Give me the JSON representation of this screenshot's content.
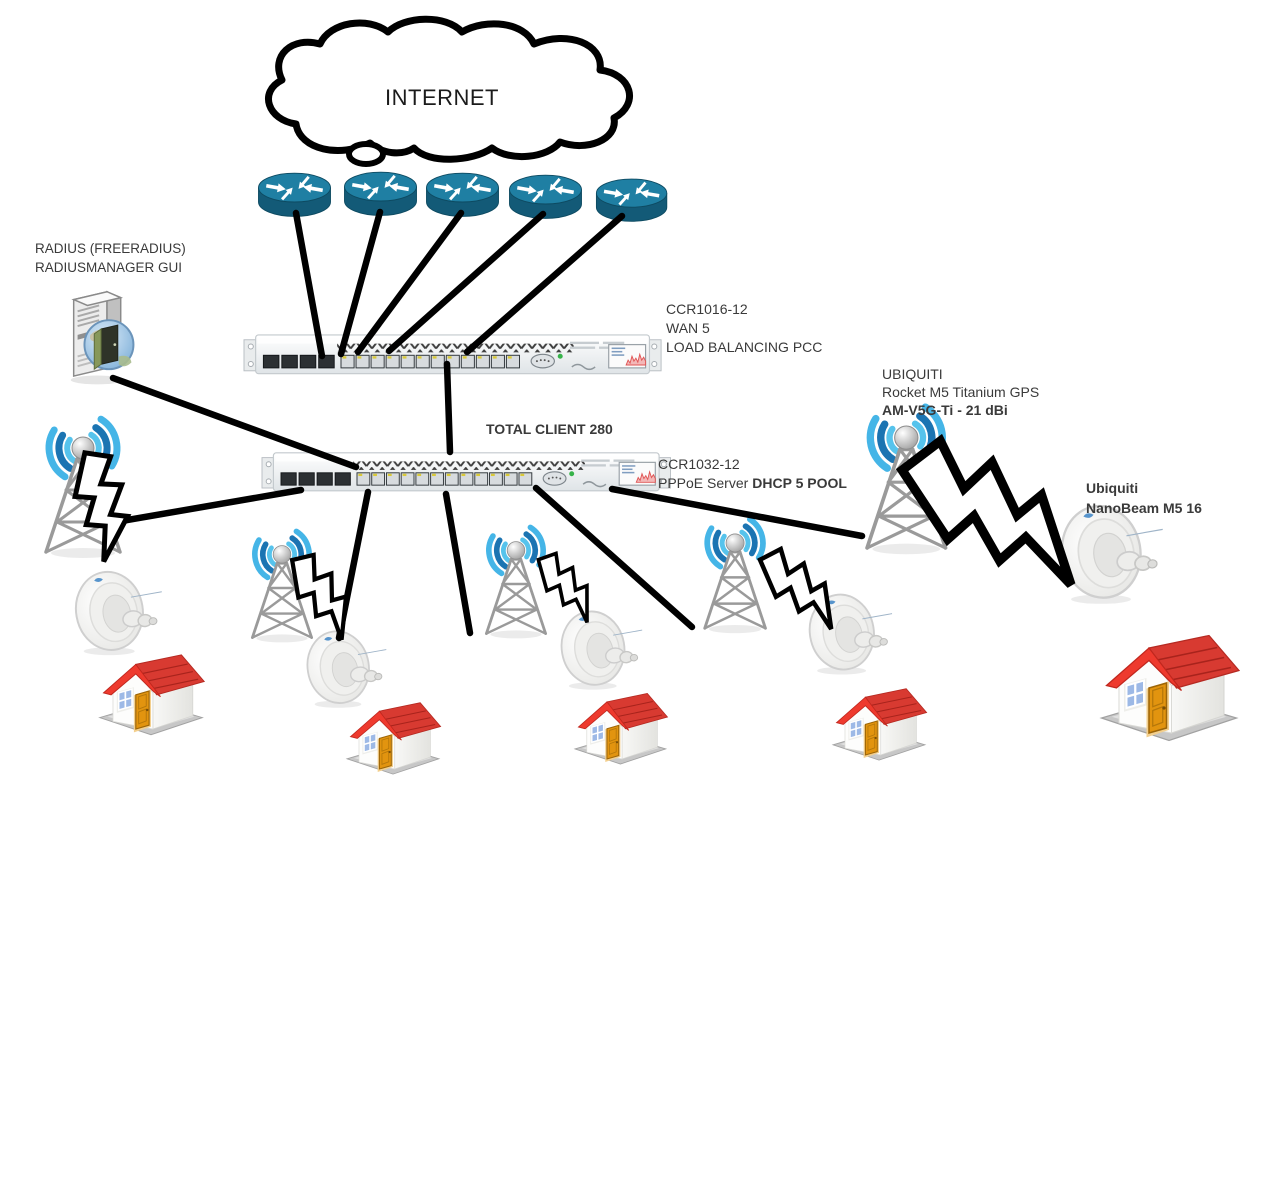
{
  "cloud": {
    "label": "INTERNET"
  },
  "radius_server": {
    "line1": "RADIUS (FREERADIUS)",
    "line2": "RADIUSMANAGER GUI"
  },
  "wan_router": {
    "model": "CCR1016-12",
    "wan": "WAN 5",
    "mode": "LOAD BALANCING PCC"
  },
  "clients": {
    "total_label": "TOTAL CLIENT 280"
  },
  "pppoe_router": {
    "model": "CCR1032-12",
    "service": "PPPoE Server",
    "pool": "DHCP 5 POOL"
  },
  "rocket_ap": {
    "brand": "UBIQUITI",
    "model": "Rocket M5 Titanium GPS",
    "spec": "AM-V5G-Ti - 21 dBi"
  },
  "nanobeam_cpe": {
    "brand": "Ubiquiti",
    "model": "NanoBeam M5 16"
  },
  "counts": {
    "isp_uplink_routers": 5,
    "ap_tower_sites": 5,
    "client_dishes": 5,
    "client_houses": 5
  },
  "icons": {
    "internet-cloud": "hand-drawn cloud outline",
    "isp-router-icon": "cisco-style teal cylinder router with white arrows",
    "radius-server-icon": "tower server with globe and open door",
    "rack-router-icon": "1U white rackmount router with SFP and ethernet ports and LCD",
    "wireless-tower-icon": "gray lattice mast with sphere and blue radio waves",
    "cpe-dish-icon": "white ubiquiti dish antenna",
    "wireless-link-icon": "black and white lightning bolt",
    "client-house-icon": "red roof house"
  },
  "colors": {
    "line_black": "#000000",
    "router_teal_top": "#1f7fa3",
    "router_teal_side": "#135a77",
    "wave_blue_light": "#45b5e7",
    "wave_blue_dark": "#1b74b2",
    "tower_gray": "#9a9a9a",
    "roof_red": "#ee3a2e",
    "door_orange": "#e2940f",
    "window_blue": "#9db9e6",
    "rack_body": "#eef1f3",
    "lcd_graph_red": "#e05555"
  }
}
